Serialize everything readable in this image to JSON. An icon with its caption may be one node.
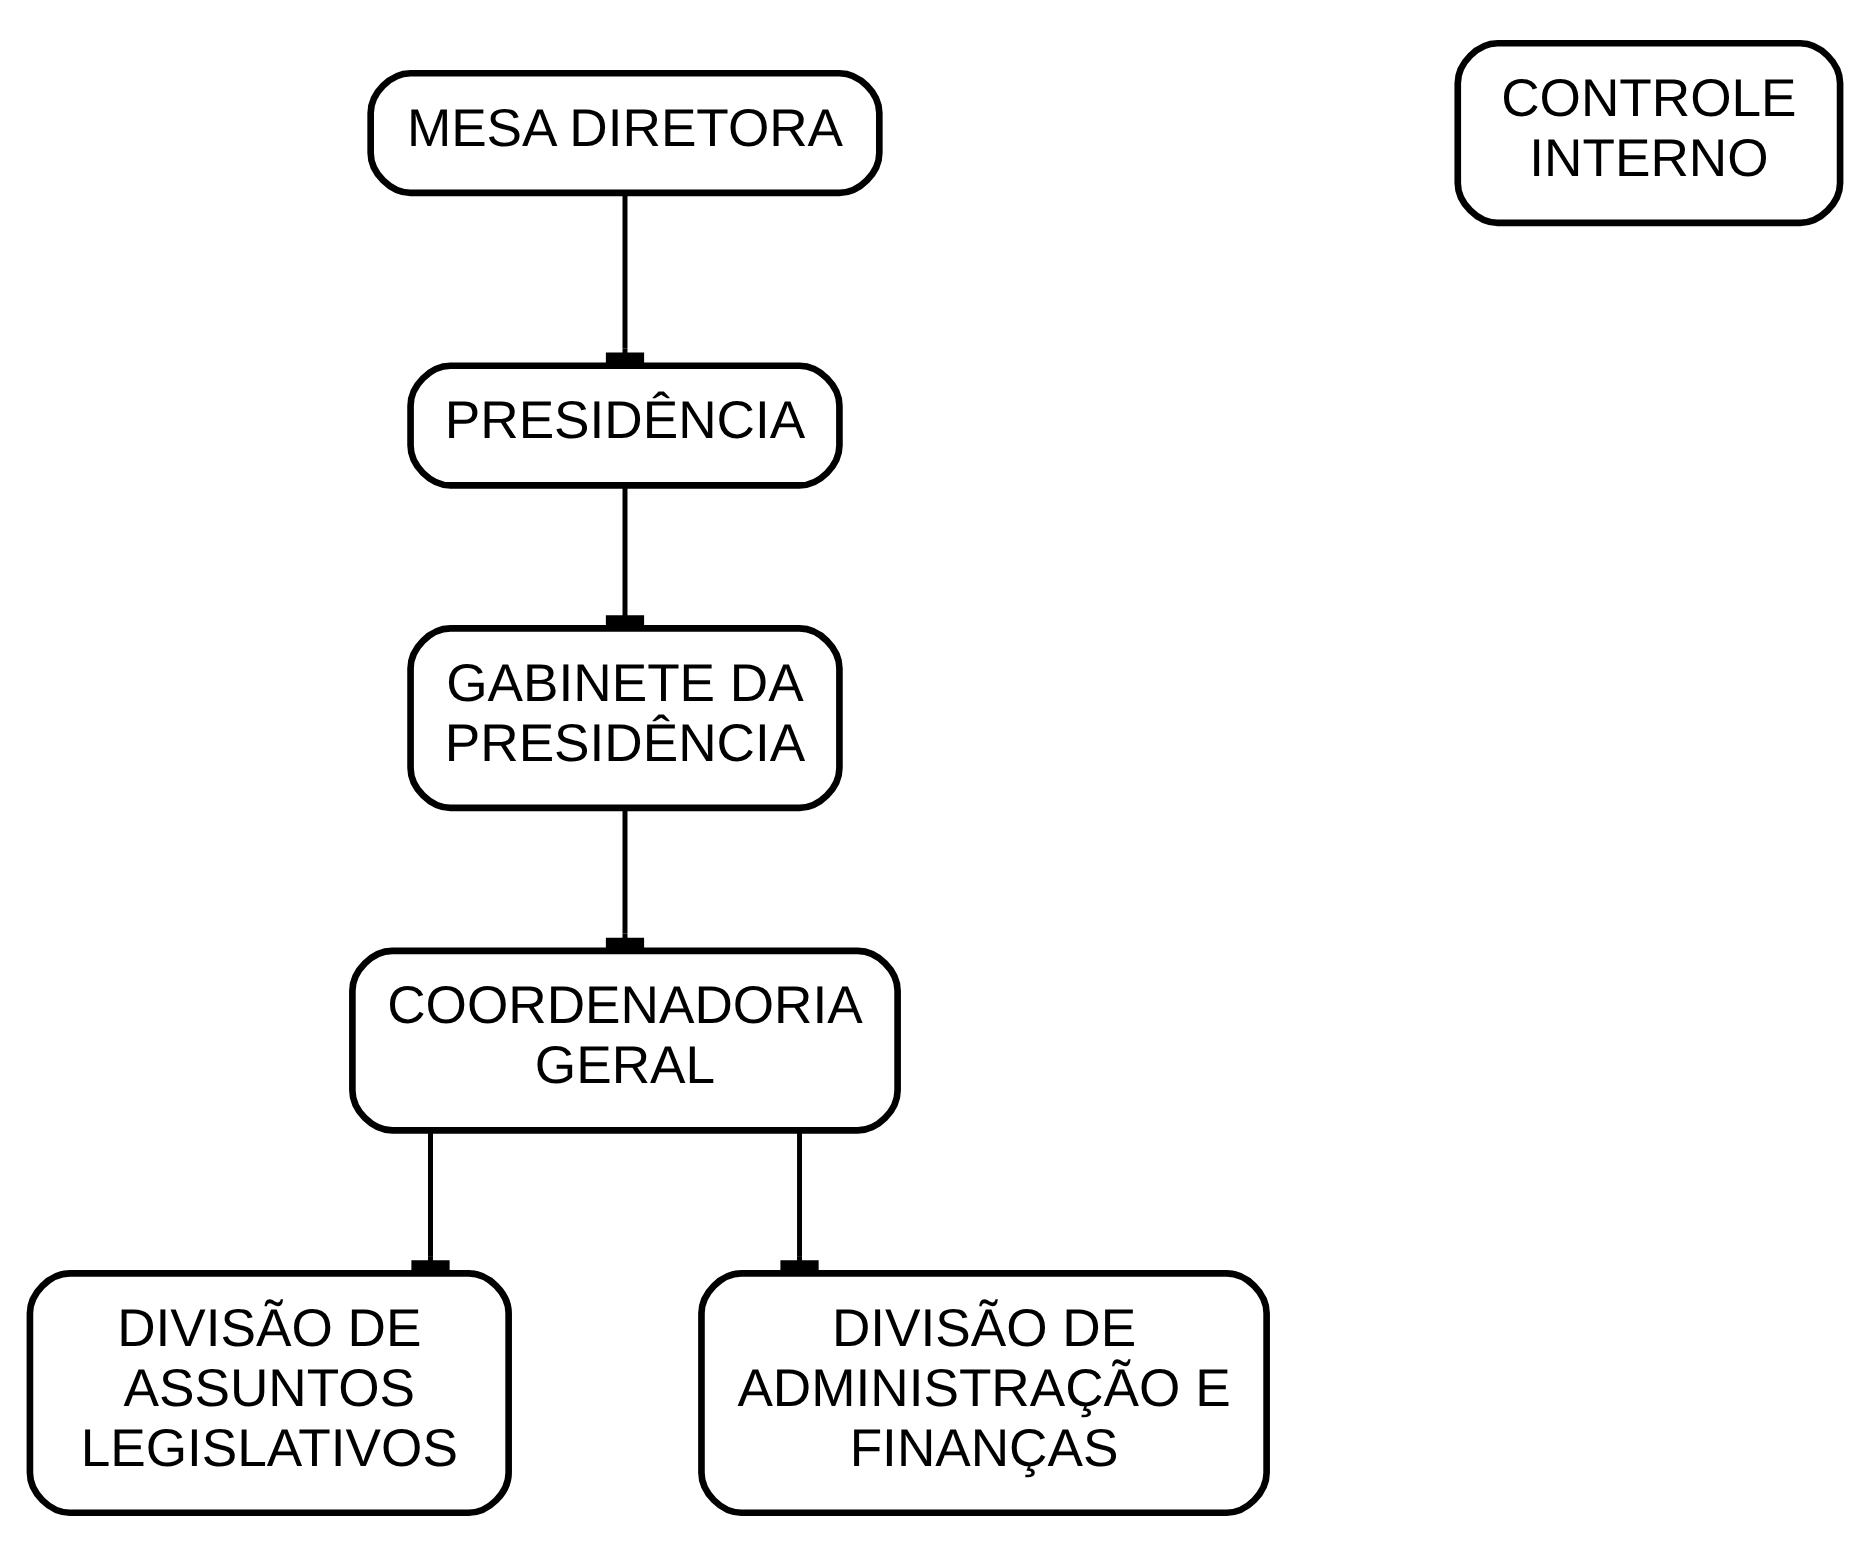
{
  "diagram": {
    "nodes": [
      {
        "text": [
          "MESA DIRETORA"
        ]
      },
      {
        "text": [
          "CONTROLE INTERNO"
        ]
      },
      {
        "text": [
          "PRESIDÊNCIA"
        ]
      },
      {
        "text": [
          "GABINETE DA PRESIDÊNCIA"
        ]
      },
      {
        "text": [
          "COORDENADORIA GERAL"
        ]
      },
      {
        "text": [
          "DIVISÃO DE ASSUNTOS LEGISLATIVOS"
        ]
      },
      {
        "text": [
          "DIVISÃO DE ADMINISTRAÇÃO E FINANÇAS"
        ]
      }
    ],
    "edges": [
      {
        "from": 0,
        "to": 2,
        "arrow": "other"
      },
      {
        "from": 2,
        "to": 3,
        "arrow": "other"
      },
      {
        "from": 3,
        "to": 4,
        "arrow": "other"
      },
      {
        "from": 4,
        "to": 5,
        "arrow": "other"
      },
      {
        "from": 4,
        "to": 6,
        "arrow": "other"
      }
    ]
  }
}
